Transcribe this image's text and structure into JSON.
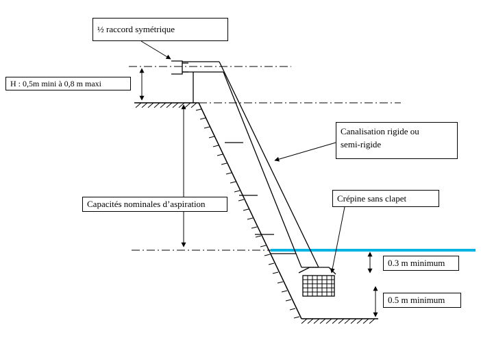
{
  "labels": {
    "raccord": "½ raccord symétrique",
    "height": "H : 0,5m mini à 0,8 m maxi",
    "canalisation_line1": "Canalisation rigide ou",
    "canalisation_line2": "semi-rigide",
    "capacites": "Capacités nominales d’aspiration",
    "crepine": "Crépine sans clapet",
    "depth_03": "0.3 m minimum",
    "depth_05": "0.5 m minimum"
  },
  "colors": {
    "water_line": "#00b4e6",
    "ink": "#000000"
  }
}
